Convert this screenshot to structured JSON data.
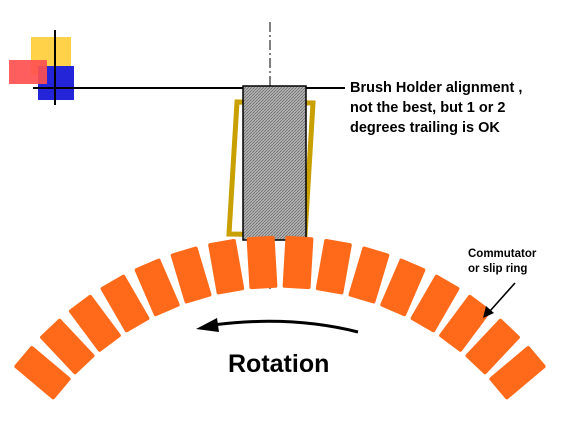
{
  "annotation": {
    "lines": [
      "Brush Holder alignment ,",
      "not the best,  but 1 or 2",
      "degrees trailing is OK"
    ]
  },
  "commutator_label": {
    "lines": [
      "Commutator",
      "or slip ring"
    ]
  },
  "rotation_label": "Rotation",
  "colors": {
    "segment": "#ff6a1a",
    "brush_fill": "#a8a8a8",
    "holder_outline": "#c8a000",
    "deco_yellow": "#ffd24a",
    "deco_red": "#ff5050",
    "deco_blue": "#2424d8"
  },
  "commutator": {
    "segment_count": 16
  }
}
